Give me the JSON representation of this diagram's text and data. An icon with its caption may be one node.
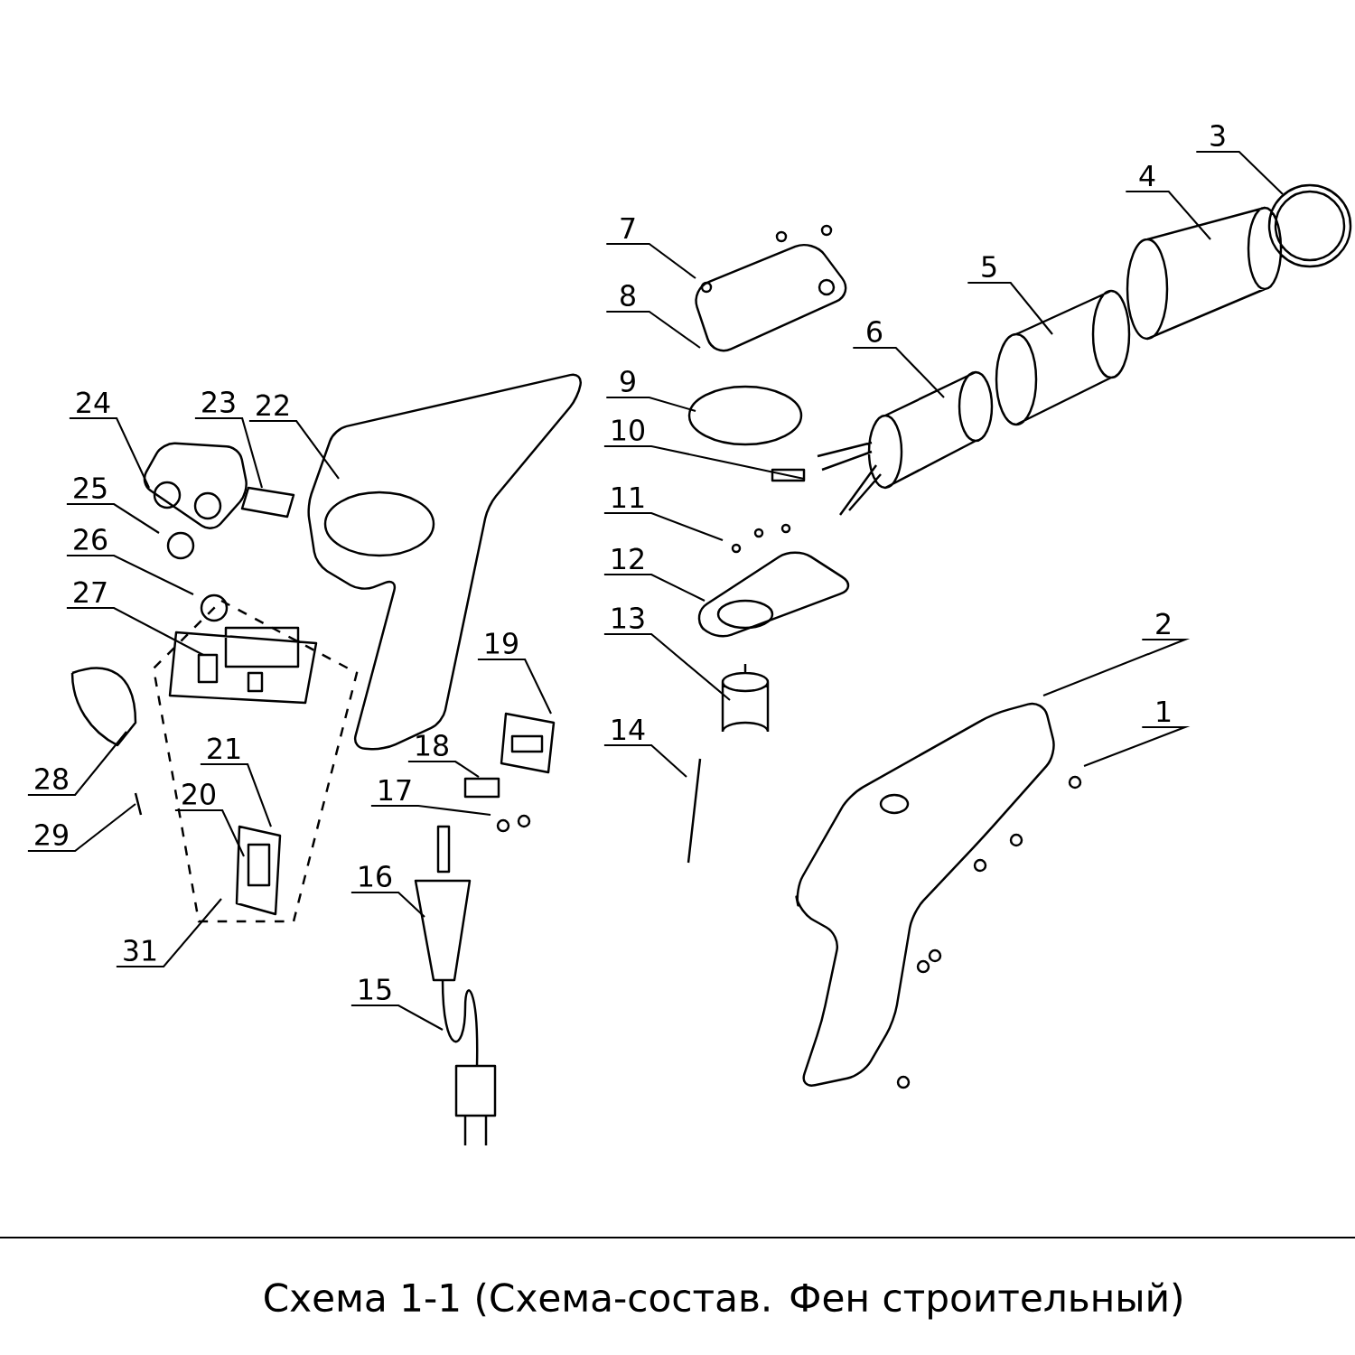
{
  "diagram": {
    "caption": "Схема 1-1 (Схема-состав. Фен строительный)",
    "nodes": [
      {
        "text": [
          "1"
        ]
      },
      {
        "text": [
          "2"
        ]
      },
      {
        "text": [
          "3"
        ]
      },
      {
        "text": [
          "4"
        ]
      },
      {
        "text": [
          "5"
        ]
      },
      {
        "text": [
          "6"
        ]
      },
      {
        "text": [
          "7"
        ]
      },
      {
        "text": [
          "8"
        ]
      },
      {
        "text": [
          "9"
        ]
      },
      {
        "text": [
          "10"
        ]
      },
      {
        "text": [
          "11"
        ]
      },
      {
        "text": [
          "12"
        ]
      },
      {
        "text": [
          "13"
        ]
      },
      {
        "text": [
          "14"
        ]
      },
      {
        "text": [
          "15"
        ]
      },
      {
        "text": [
          "16"
        ]
      },
      {
        "text": [
          "17"
        ]
      },
      {
        "text": [
          "18"
        ]
      },
      {
        "text": [
          "19"
        ]
      },
      {
        "text": [
          "20"
        ]
      },
      {
        "text": [
          "21"
        ]
      },
      {
        "text": [
          "22"
        ]
      },
      {
        "text": [
          "23"
        ]
      },
      {
        "text": [
          "24"
        ]
      },
      {
        "text": [
          "25"
        ]
      },
      {
        "text": [
          "26"
        ]
      },
      {
        "text": [
          "27"
        ]
      },
      {
        "text": [
          "28"
        ]
      },
      {
        "text": [
          "29"
        ]
      },
      {
        "text": [
          "31"
        ]
      }
    ],
    "edges": [
      {
        "from": 0,
        "to": null,
        "arrow": "none"
      },
      {
        "from": 1,
        "to": null,
        "arrow": "none"
      },
      {
        "from": 2,
        "to": null,
        "arrow": "none"
      },
      {
        "from": 3,
        "to": null,
        "arrow": "none"
      },
      {
        "from": 4,
        "to": null,
        "arrow": "none"
      },
      {
        "from": 5,
        "to": null,
        "arrow": "none"
      },
      {
        "from": 6,
        "to": null,
        "arrow": "none"
      },
      {
        "from": 7,
        "to": null,
        "arrow": "none"
      },
      {
        "from": 8,
        "to": null,
        "arrow": "none"
      },
      {
        "from": 9,
        "to": null,
        "arrow": "none"
      },
      {
        "from": 10,
        "to": null,
        "arrow": "none"
      },
      {
        "from": 11,
        "to": null,
        "arrow": "none"
      },
      {
        "from": 12,
        "to": null,
        "arrow": "none"
      },
      {
        "from": 13,
        "to": null,
        "arrow": "none"
      },
      {
        "from": 14,
        "to": null,
        "arrow": "none"
      },
      {
        "from": 15,
        "to": null,
        "arrow": "none"
      },
      {
        "from": 16,
        "to": null,
        "arrow": "none"
      },
      {
        "from": 17,
        "to": null,
        "arrow": "none"
      },
      {
        "from": 18,
        "to": null,
        "arrow": "none"
      },
      {
        "from": 19,
        "to": null,
        "arrow": "none"
      },
      {
        "from": 20,
        "to": null,
        "arrow": "none"
      },
      {
        "from": 21,
        "to": null,
        "arrow": "none"
      },
      {
        "from": 22,
        "to": null,
        "arrow": "none"
      },
      {
        "from": 23,
        "to": null,
        "arrow": "none"
      },
      {
        "from": 24,
        "to": null,
        "arrow": "none"
      },
      {
        "from": 25,
        "to": null,
        "arrow": "none"
      },
      {
        "from": 26,
        "to": null,
        "arrow": "none"
      },
      {
        "from": 27,
        "to": null,
        "arrow": "none"
      },
      {
        "from": 28,
        "to": null,
        "arrow": "none"
      },
      {
        "from": 29,
        "to": null,
        "arrow": "none"
      }
    ]
  }
}
